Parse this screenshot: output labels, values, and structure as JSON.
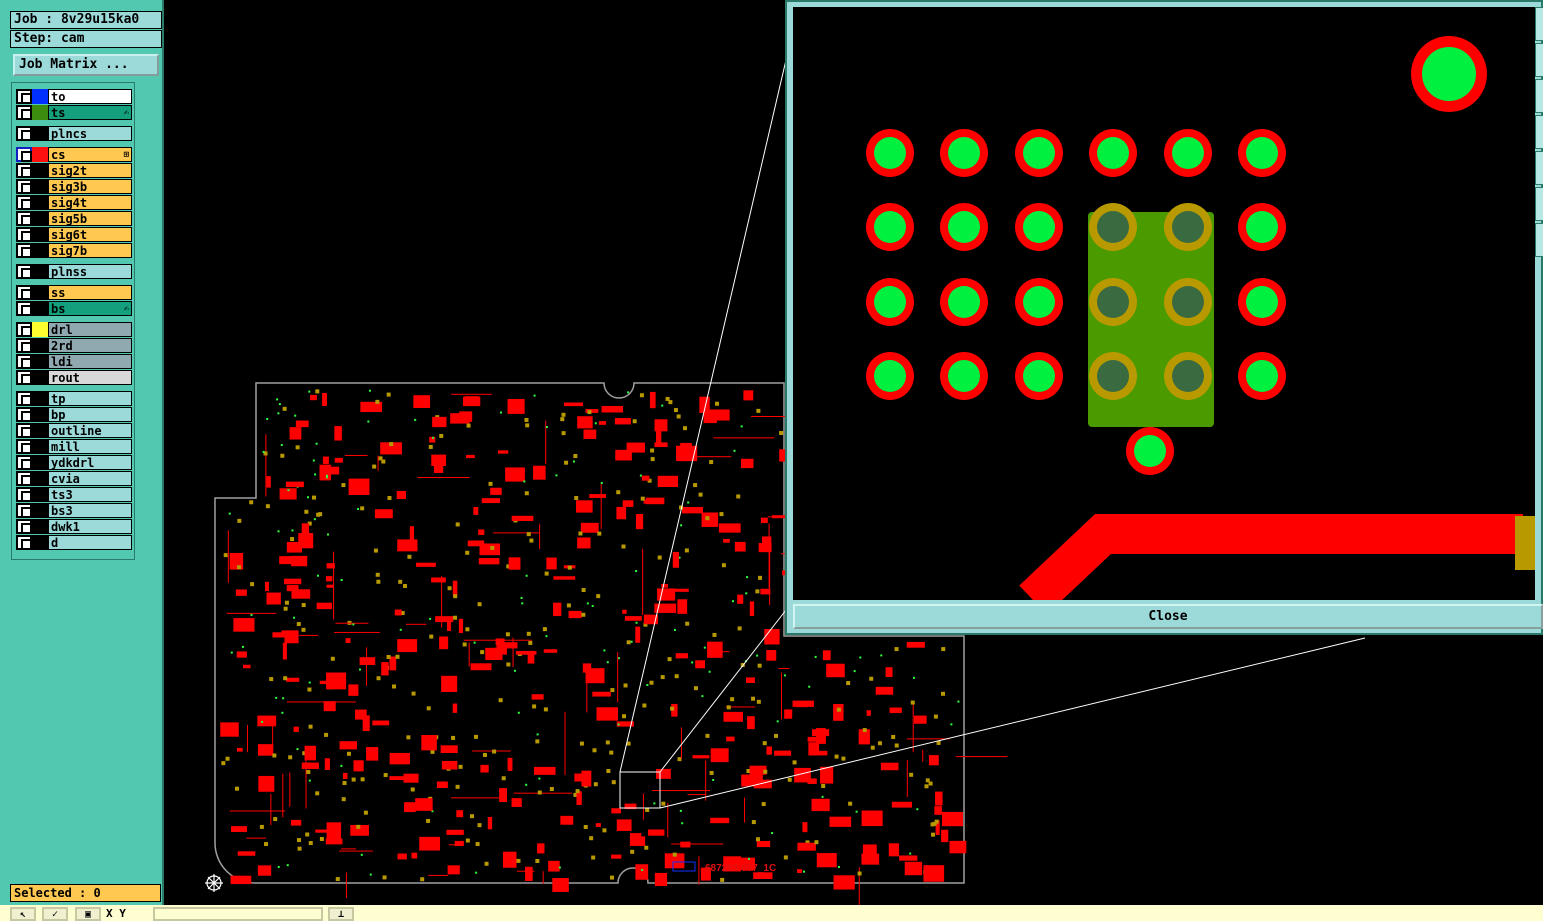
{
  "job": "Job : 8v29u15ka0",
  "step": "Step: cam",
  "job_matrix": "Job Matrix ...",
  "layers": [
    {
      "name": "to",
      "color": "#0030ff",
      "bg": "#ffffff"
    },
    {
      "name": "ts",
      "color": "#3c8c10",
      "bg": "#14a07c",
      "mark": "✍"
    },
    {
      "name": "plncs",
      "bg": "#9cdada"
    },
    {
      "name": "cs",
      "color": "#ff1010",
      "bg": "#ffc850",
      "mark": "⊞",
      "active": true
    },
    {
      "name": "sig2t",
      "bg": "#ffc850"
    },
    {
      "name": "sig3b",
      "bg": "#ffc850"
    },
    {
      "name": "sig4t",
      "bg": "#ffc850"
    },
    {
      "name": "sig5b",
      "bg": "#ffc850"
    },
    {
      "name": "sig6t",
      "bg": "#ffc850"
    },
    {
      "name": "sig7b",
      "bg": "#ffc850"
    },
    {
      "name": "plnss",
      "bg": "#9cdada"
    },
    {
      "name": "ss",
      "bg": "#ffc850"
    },
    {
      "name": "bs",
      "bg": "#14a07c",
      "mark": "✍"
    },
    {
      "name": "drl",
      "color": "#ffff30",
      "bg": "#90a8b0"
    },
    {
      "name": "2rd",
      "bg": "#90a8b0"
    },
    {
      "name": "ldi",
      "bg": "#90a8b0"
    },
    {
      "name": "rout",
      "bg": "#d8d8d8"
    },
    {
      "name": "tp",
      "bg": "#9cdada"
    },
    {
      "name": "bp",
      "bg": "#9cdada"
    },
    {
      "name": "outline",
      "bg": "#9cdada"
    },
    {
      "name": "mill",
      "bg": "#9cdada"
    },
    {
      "name": "ydkdrl",
      "bg": "#9cdada"
    },
    {
      "name": "cvia",
      "bg": "#9cdada"
    },
    {
      "name": "ts3",
      "bg": "#9cdada"
    },
    {
      "name": "bs3",
      "bg": "#9cdada"
    },
    {
      "name": "dwk1",
      "bg": "#9cdada"
    },
    {
      "name": "d",
      "bg": "#9cdada"
    }
  ],
  "selected": "Selected : 0",
  "bottom": {
    "xy_label": "X Y"
  },
  "board": {
    "label": "687263.007_1C"
  },
  "popup": {
    "close_label": "Close"
  },
  "colors": {
    "pad_ring": "#ff0000",
    "pad_center": "#00f040",
    "copper": "#ff0000",
    "olive": "#b89a00",
    "mask": "#4a9a00"
  }
}
